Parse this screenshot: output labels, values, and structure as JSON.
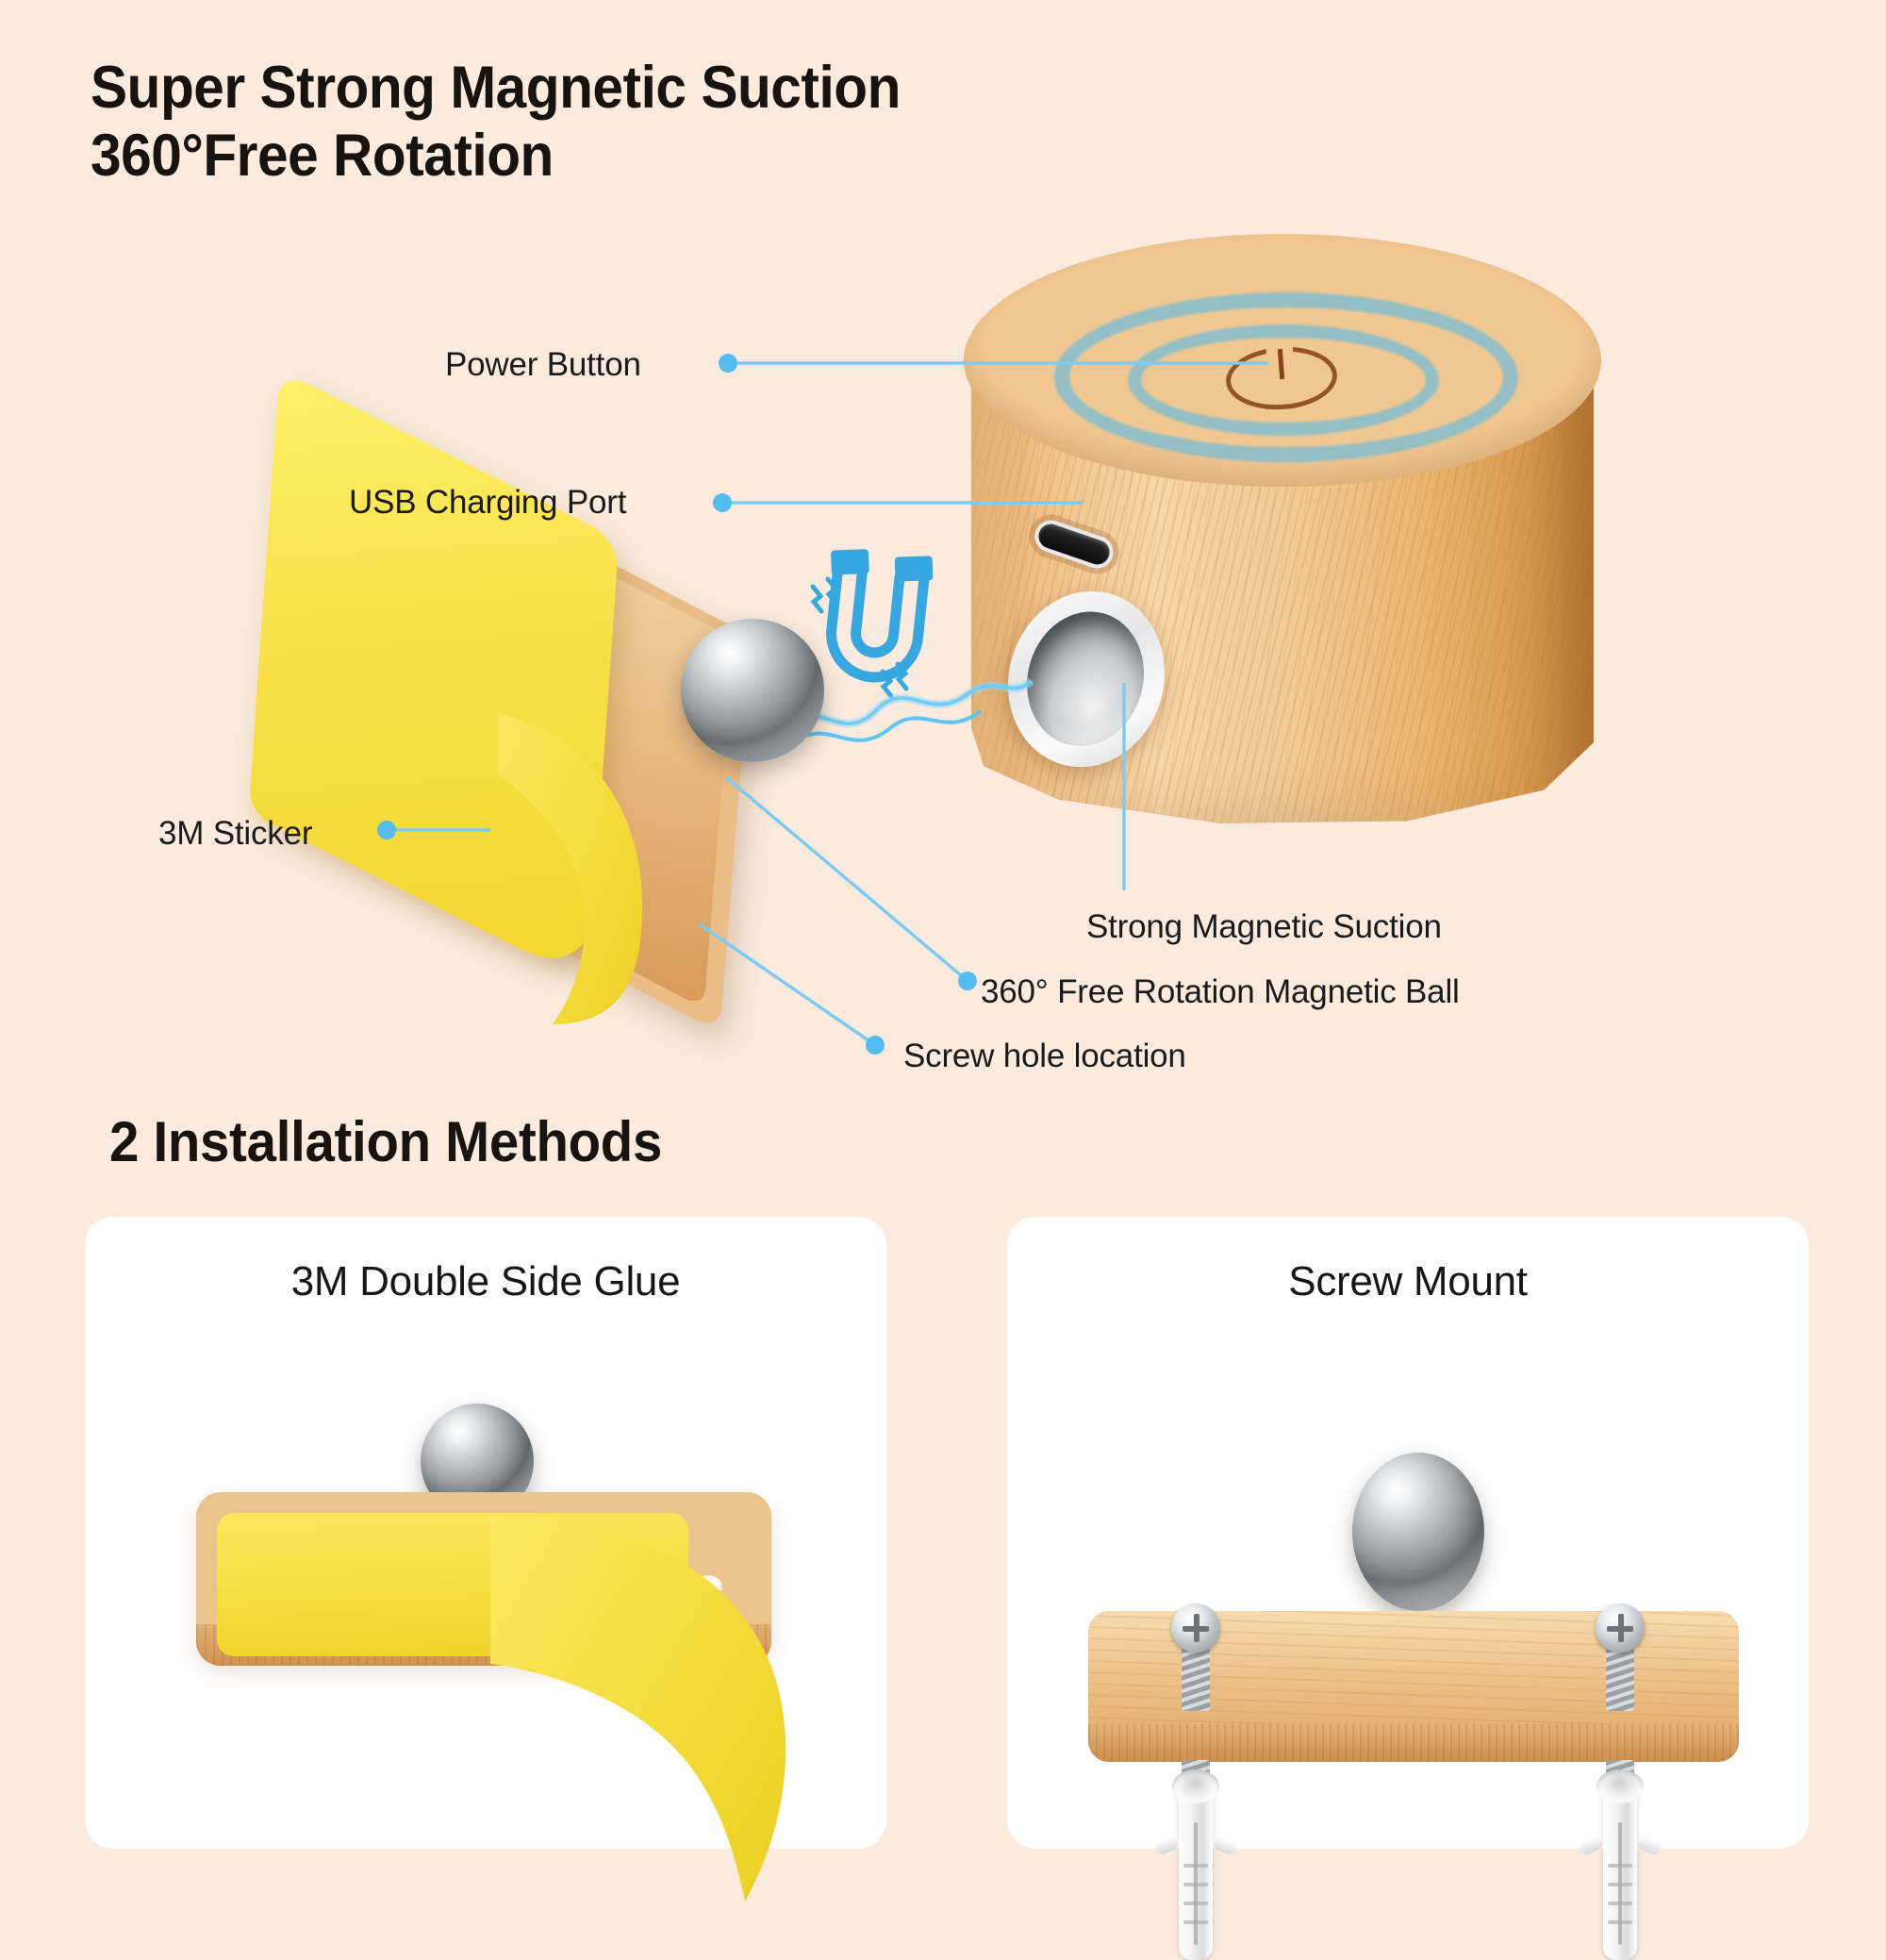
{
  "background_color": "#FAEBDE",
  "accent_color": "#55BCF0",
  "headline": {
    "line1": "Super Strong Magnetic Suction",
    "line2": "360°Free Rotation",
    "full": "Super Strong Magnetic Suction\n360°Free Rotation"
  },
  "callouts": [
    {
      "id": "power-button",
      "label": "Power Button"
    },
    {
      "id": "usb-port",
      "label": "USB Charging Port"
    },
    {
      "id": "3m-sticker",
      "label": "3M Sticker"
    },
    {
      "id": "magnetic-suction",
      "label": "Strong Magnetic Suction"
    },
    {
      "id": "magnetic-ball",
      "label": "360° Free Rotation Magnetic Ball"
    },
    {
      "id": "screw-hole",
      "label": "Screw hole location"
    }
  ],
  "installation": {
    "heading": "2 Installation Methods",
    "methods": [
      {
        "id": "glue",
        "title": "3M Double Side Glue"
      },
      {
        "id": "screw",
        "title": "Screw Mount"
      }
    ]
  },
  "icons": {
    "magnet": "horseshoe-magnet-icon",
    "power": "power-symbol-icon",
    "usb": "usb-c-port-icon",
    "ball": "chrome-ball-icon",
    "socket": "magnetic-socket-icon",
    "screw": "screw-icon",
    "anchor": "wall-anchor-icon",
    "spark": "electric-arc-icon"
  }
}
